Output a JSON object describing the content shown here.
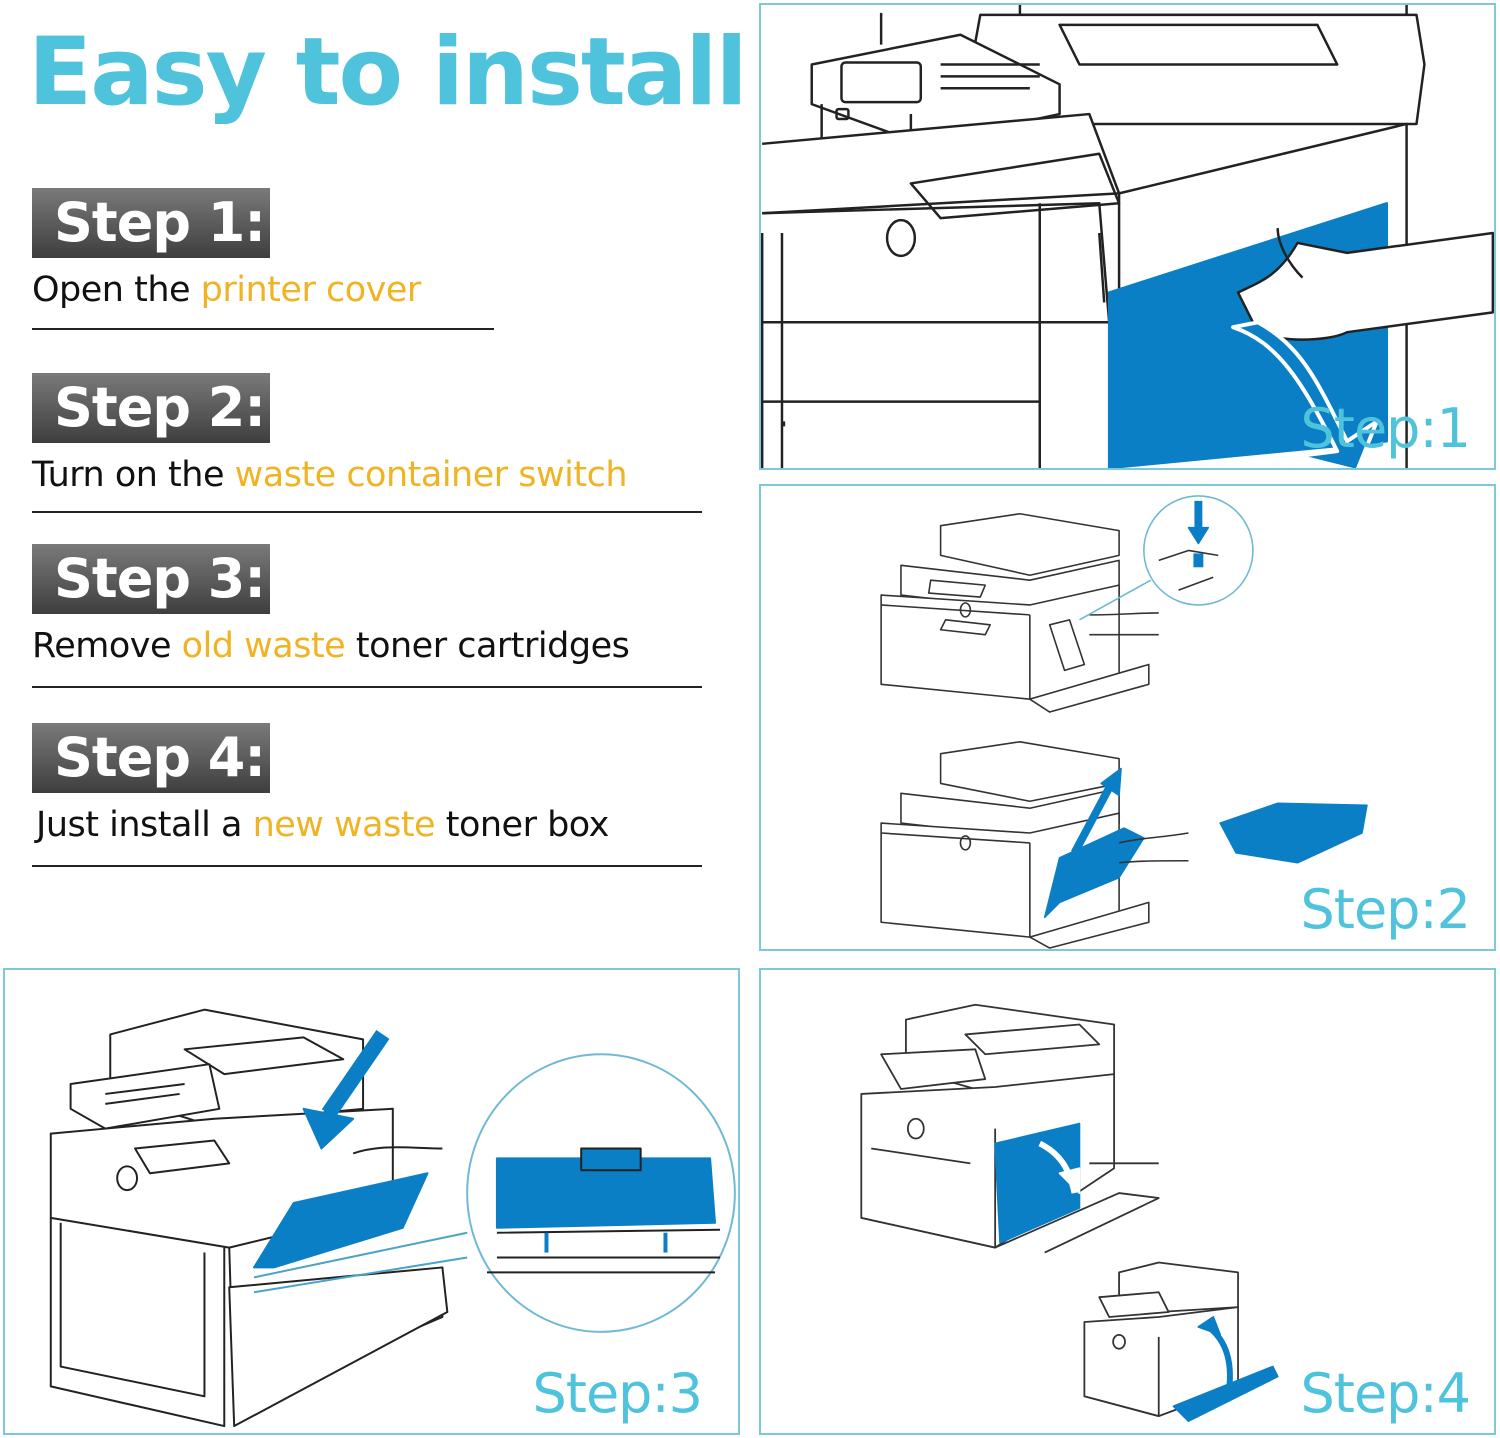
{
  "title": "Easy to install",
  "colors": {
    "accent": "#4fc3dc",
    "highlight": "#f0b323",
    "badge": "#555555",
    "toner_blue": "#0a7fc6",
    "panel_border": "#7cc9d8"
  },
  "steps": [
    {
      "badge": "Step 1:",
      "parts": [
        {
          "text": "Open the ",
          "hl": false
        },
        {
          "text": "printer cover",
          "hl": true
        }
      ]
    },
    {
      "badge": "Step 2:",
      "parts": [
        {
          "text": "Turn on the ",
          "hl": false
        },
        {
          "text": "waste container switch",
          "hl": true
        }
      ]
    },
    {
      "badge": "Step 3:",
      "parts": [
        {
          "text": "Remove ",
          "hl": false
        },
        {
          "text": "old waste",
          "hl": true
        },
        {
          "text": " toner cartridges",
          "hl": false
        }
      ]
    },
    {
      "badge": "Step 4:",
      "parts": [
        {
          "text": "Just install a ",
          "hl": false
        },
        {
          "text": "new waste",
          "hl": true
        },
        {
          "text": " toner box",
          "hl": false
        }
      ]
    }
  ],
  "panels": [
    {
      "label": "Step:1",
      "illustration": "printer-cover-opening-closeup"
    },
    {
      "label": "Step:2",
      "illustration": "release-switch-and-remove-waste-box"
    },
    {
      "label": "Step:3",
      "illustration": "insert-waste-box-with-detail-callout"
    },
    {
      "label": "Step:4",
      "illustration": "push-box-in-and-close-cover"
    }
  ]
}
